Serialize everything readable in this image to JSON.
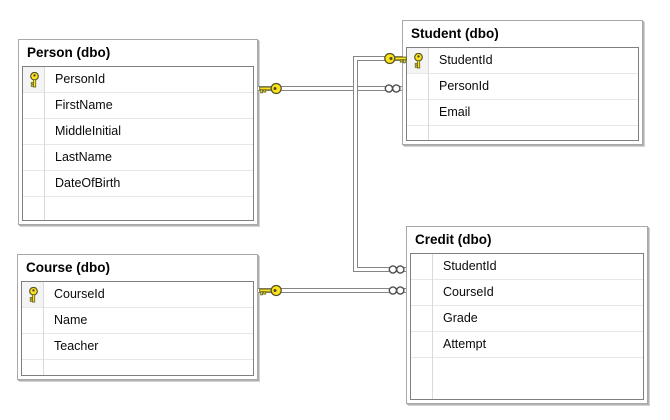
{
  "diagram": {
    "tables": [
      {
        "title": "Person (dbo)",
        "columns": [
          {
            "name": "PersonId",
            "pk": true
          },
          {
            "name": "FirstName",
            "pk": false
          },
          {
            "name": "MiddleInitial",
            "pk": false
          },
          {
            "name": "LastName",
            "pk": false
          },
          {
            "name": "DateOfBirth",
            "pk": false
          }
        ]
      },
      {
        "title": "Student (dbo)",
        "columns": [
          {
            "name": "StudentId",
            "pk": true
          },
          {
            "name": "PersonId",
            "pk": false
          },
          {
            "name": "Email",
            "pk": false
          }
        ]
      },
      {
        "title": "Course (dbo)",
        "columns": [
          {
            "name": "CourseId",
            "pk": true
          },
          {
            "name": "Name",
            "pk": false
          },
          {
            "name": "Teacher",
            "pk": false
          }
        ]
      },
      {
        "title": "Credit (dbo)",
        "columns": [
          {
            "name": "StudentId",
            "pk": false
          },
          {
            "name": "CourseId",
            "pk": false
          },
          {
            "name": "Grade",
            "pk": false
          },
          {
            "name": "Attempt",
            "pk": false
          }
        ]
      }
    ],
    "relationships": [
      {
        "one_side": "Person",
        "many_side": "Student",
        "one_symbol": "key",
        "many_symbol": "infinity"
      },
      {
        "one_side": "Student",
        "many_side": "Credit",
        "one_symbol": "key",
        "many_symbol": "infinity"
      },
      {
        "one_side": "Course",
        "many_side": "Credit",
        "one_symbol": "key",
        "many_symbol": "infinity"
      }
    ],
    "colors": {
      "background": "#ffffff",
      "table_frame": "#a8a8a8",
      "grid_border": "#7f7f7f",
      "row_separator": "#e7e7e7",
      "relationship_line": "#858585",
      "key_yellow": "#ffe318",
      "key_outline": "#5f5f2a",
      "title_text": "#000000",
      "column_text": "#0a0a0a"
    }
  }
}
